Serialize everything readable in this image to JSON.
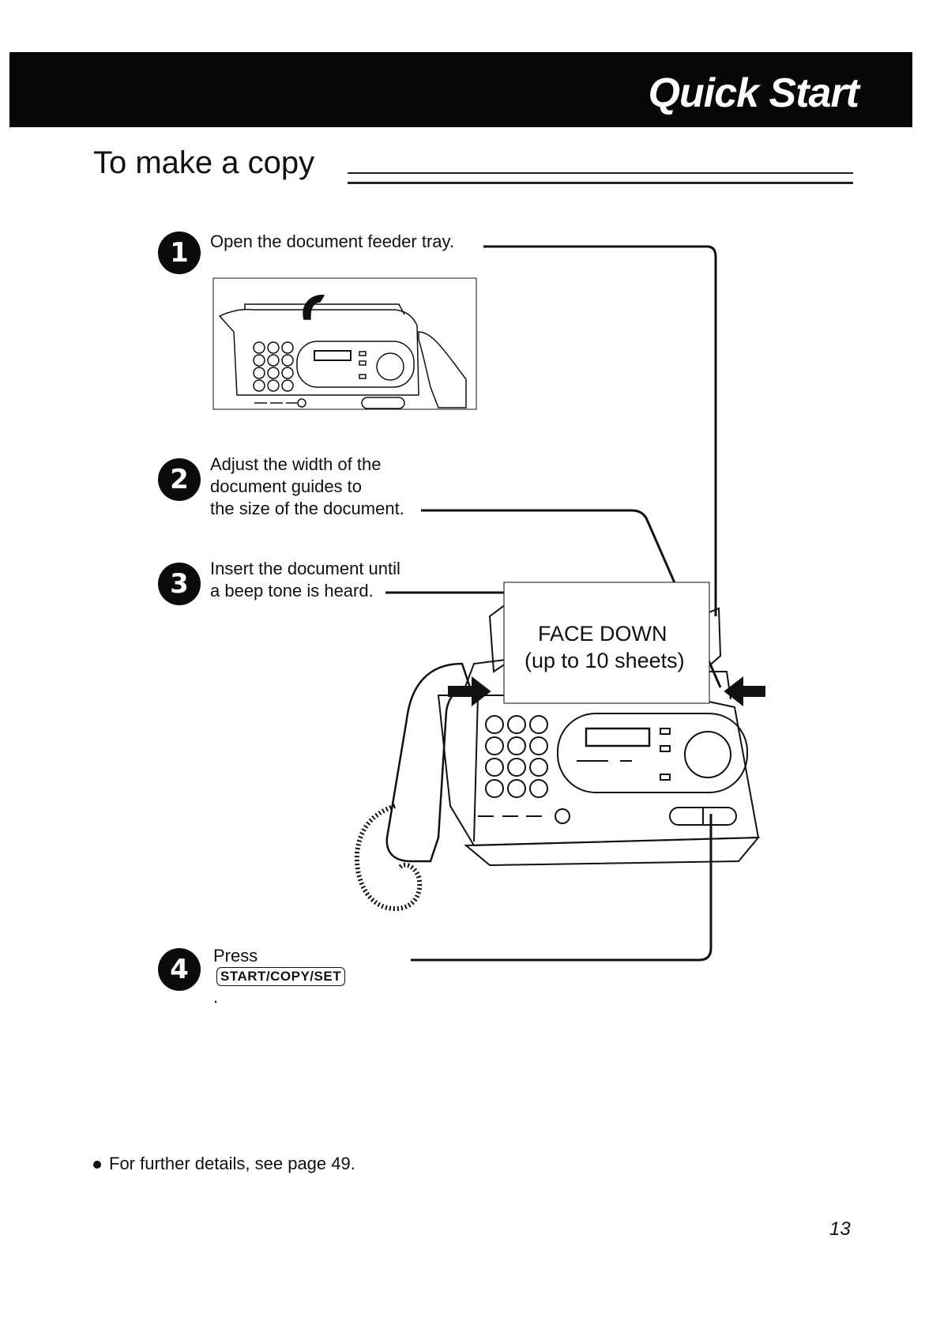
{
  "header": {
    "title": "Quick Start"
  },
  "section": {
    "title": "To make a copy"
  },
  "steps": [
    {
      "number": "1",
      "lines": [
        "Open the document feeder tray."
      ]
    },
    {
      "number": "2",
      "lines": [
        "Adjust the width of the",
        "document guides to",
        "the size of the document."
      ]
    },
    {
      "number": "3",
      "lines": [
        "Insert the document until",
        "a beep tone is heard."
      ]
    },
    {
      "number": "4",
      "prefix": "Press",
      "key": "START/COPY/SET",
      "suffix": "."
    }
  ],
  "illustration": {
    "paper_label_line1": "FACE DOWN",
    "paper_label_line2": "(up to 10 sheets)"
  },
  "footnote": "For further details, see page 49.",
  "page_number": "13"
}
